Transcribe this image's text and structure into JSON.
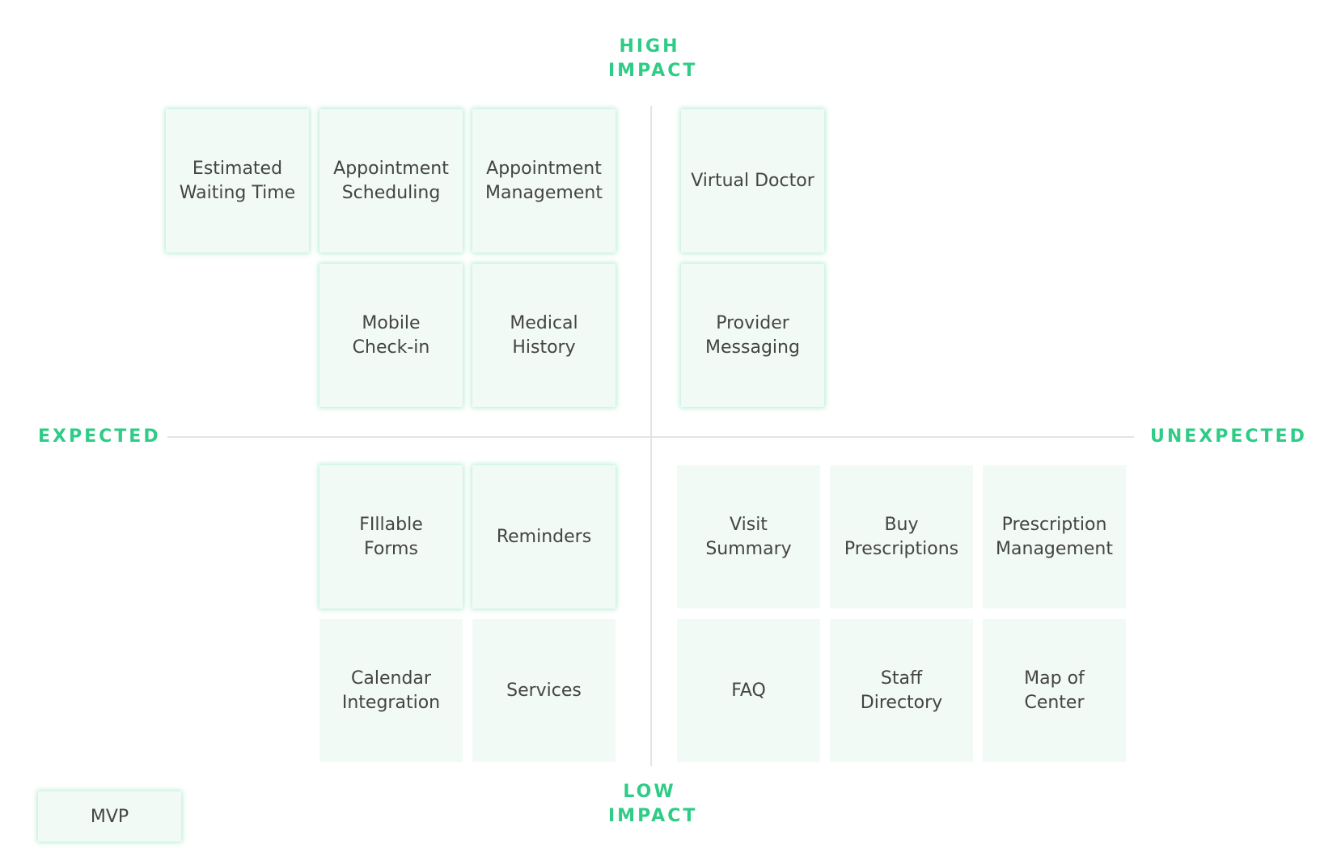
{
  "axes": {
    "top": [
      "HIGH",
      "IMPACT"
    ],
    "bottom": [
      "LOW",
      "IMPACT"
    ],
    "left": "EXPECTED",
    "right": "UNEXPECTED"
  },
  "colors": {
    "accent": "#2ecc86",
    "card_fill": "#f2faf6",
    "axis_line": "#e4e4e4",
    "card_text": "#444444"
  },
  "quadrants": {
    "expected_high_impact": [
      {
        "lines": [
          "Estimated",
          "Waiting Time"
        ],
        "mvp": true
      },
      {
        "lines": [
          "Appointment",
          "Scheduling"
        ],
        "mvp": true
      },
      {
        "lines": [
          "Appointment",
          "Management"
        ],
        "mvp": true
      },
      {
        "lines": [
          "Mobile",
          "Check-in"
        ],
        "mvp": true
      },
      {
        "lines": [
          "Medical",
          "History"
        ],
        "mvp": true
      }
    ],
    "unexpected_high_impact": [
      {
        "lines": [
          "Virtual Doctor"
        ],
        "mvp": true
      },
      {
        "lines": [
          "Provider",
          "Messaging"
        ],
        "mvp": true
      }
    ],
    "expected_low_impact": [
      {
        "lines": [
          "FIllable",
          "Forms"
        ],
        "mvp": true
      },
      {
        "lines": [
          "Reminders"
        ],
        "mvp": true
      },
      {
        "lines": [
          "Calendar",
          "Integration"
        ],
        "mvp": false
      },
      {
        "lines": [
          "Services"
        ],
        "mvp": false
      }
    ],
    "unexpected_low_impact": [
      {
        "lines": [
          "Visit",
          "Summary"
        ],
        "mvp": false
      },
      {
        "lines": [
          "Buy",
          "Prescriptions"
        ],
        "mvp": false
      },
      {
        "lines": [
          "Prescription",
          "Management"
        ],
        "mvp": false
      },
      {
        "lines": [
          "FAQ"
        ],
        "mvp": false
      },
      {
        "lines": [
          "Staff",
          "Directory"
        ],
        "mvp": false
      },
      {
        "lines": [
          "Map of",
          "Center"
        ],
        "mvp": false
      }
    ]
  },
  "legend": {
    "label": "MVP"
  }
}
